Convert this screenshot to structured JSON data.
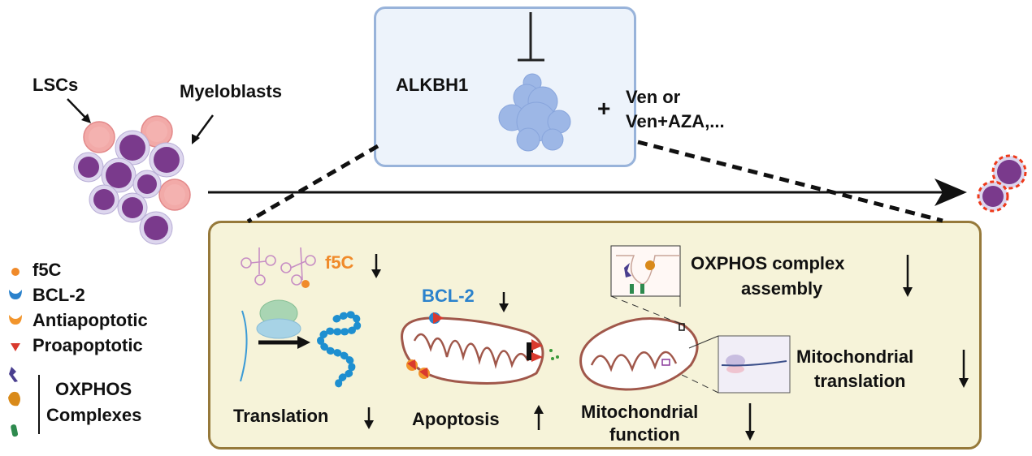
{
  "cell_labels": {
    "lscs": "LSCs",
    "myeloblasts": "Myeloblasts"
  },
  "treatment_box": {
    "target": "ALKBH1",
    "plus": "+",
    "drug_line1": "Ven or",
    "drug_line2": "Ven+AZA,...",
    "inhibition_icon": "inhibition-t-bar"
  },
  "legend": {
    "items": [
      {
        "icon": "orange-dot",
        "label": "f5C",
        "color": "#f08a2a"
      },
      {
        "icon": "blue-receptor",
        "label": "BCL-2",
        "color": "#2b82cc"
      },
      {
        "icon": "orange-receptor",
        "label": "Antiapoptotic",
        "color": "#f2952c"
      },
      {
        "icon": "red-triangle",
        "label": "Proapoptotic",
        "color": "#d93a2e"
      }
    ],
    "oxphos_line1": "OXPHOS",
    "oxphos_line2": "Complexes",
    "oxphos_colors": [
      "#4a3f8f",
      "#d98a1a",
      "#2e8a4e"
    ]
  },
  "mechanisms": {
    "f5c": {
      "label": "f5C",
      "direction": "down",
      "color": "#f08a2a"
    },
    "translation": {
      "label": "Translation",
      "direction": "down"
    },
    "bcl2": {
      "label": "BCL-2",
      "direction": "down",
      "color": "#2b82cc"
    },
    "apoptosis": {
      "label": "Apoptosis",
      "direction": "up"
    },
    "oxphos_assembly": {
      "line1": "OXPHOS complex",
      "line2": "assembly",
      "direction": "down"
    },
    "mito_translation": {
      "line1": "Mitochondrial",
      "line2": "translation",
      "direction": "down"
    },
    "mito_function": {
      "line1": "Mitochondrial",
      "line2": "function",
      "direction": "down"
    }
  },
  "colors": {
    "lsc_cell": "#f2aaa8",
    "myeloblast_nucleus": "#7a3a8c",
    "myeloblast_cytoplasm": "#ddd6ee",
    "dying_cell_border": "#ee3a1a",
    "drug_box_fill": "#edf3fb",
    "drug_box_border": "#98b3da",
    "mech_box_fill": "#f6f3d9",
    "mech_box_border": "#96793a",
    "mito_membrane": "#a0574a"
  }
}
